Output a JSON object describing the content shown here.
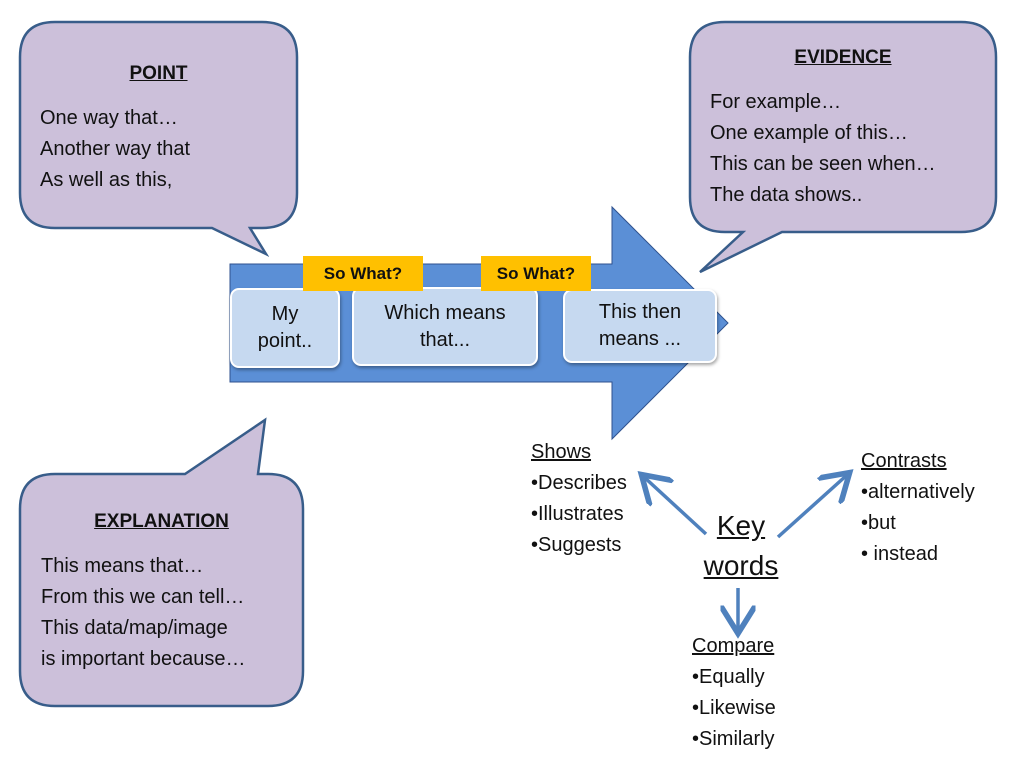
{
  "point": {
    "title": "POINT",
    "lines": [
      "One way that…",
      "Another way that",
      "As well as this,"
    ]
  },
  "evidence": {
    "title": "EVIDENCE",
    "lines": [
      "For example…",
      "One example of this…",
      "This can be seen when…",
      "The data shows.."
    ]
  },
  "explanation": {
    "title": "EXPLANATION",
    "lines": [
      "This means that…",
      "From this we can tell…",
      "This data/map/image",
      "is important because…"
    ]
  },
  "arrow": {
    "box1": [
      "My",
      "point.."
    ],
    "box2": [
      "Which means",
      "that..."
    ],
    "box3": [
      "This then",
      "means ..."
    ],
    "sowhat1": "So What?",
    "sowhat2": "So What?"
  },
  "keywords": {
    "center": [
      "Key",
      "words"
    ],
    "shows": {
      "heading": "Shows",
      "items": [
        "•Describes",
        "•Illustrates",
        "•Suggests"
      ]
    },
    "contrasts": {
      "heading": "Contrasts",
      "items": [
        "•alternatively",
        "•but",
        "• instead"
      ]
    },
    "compare": {
      "heading": "Compare",
      "items": [
        "•Equally",
        "•Likewise",
        "•Similarly"
      ]
    }
  },
  "colors": {
    "bubble_fill": "#ccc0da",
    "bubble_stroke": "#385d8a",
    "arrow_fill": "#4f81bd",
    "box_fill": "#c6d9f0",
    "sowhat_fill": "#ffc000",
    "connector": "#4f81bd"
  }
}
